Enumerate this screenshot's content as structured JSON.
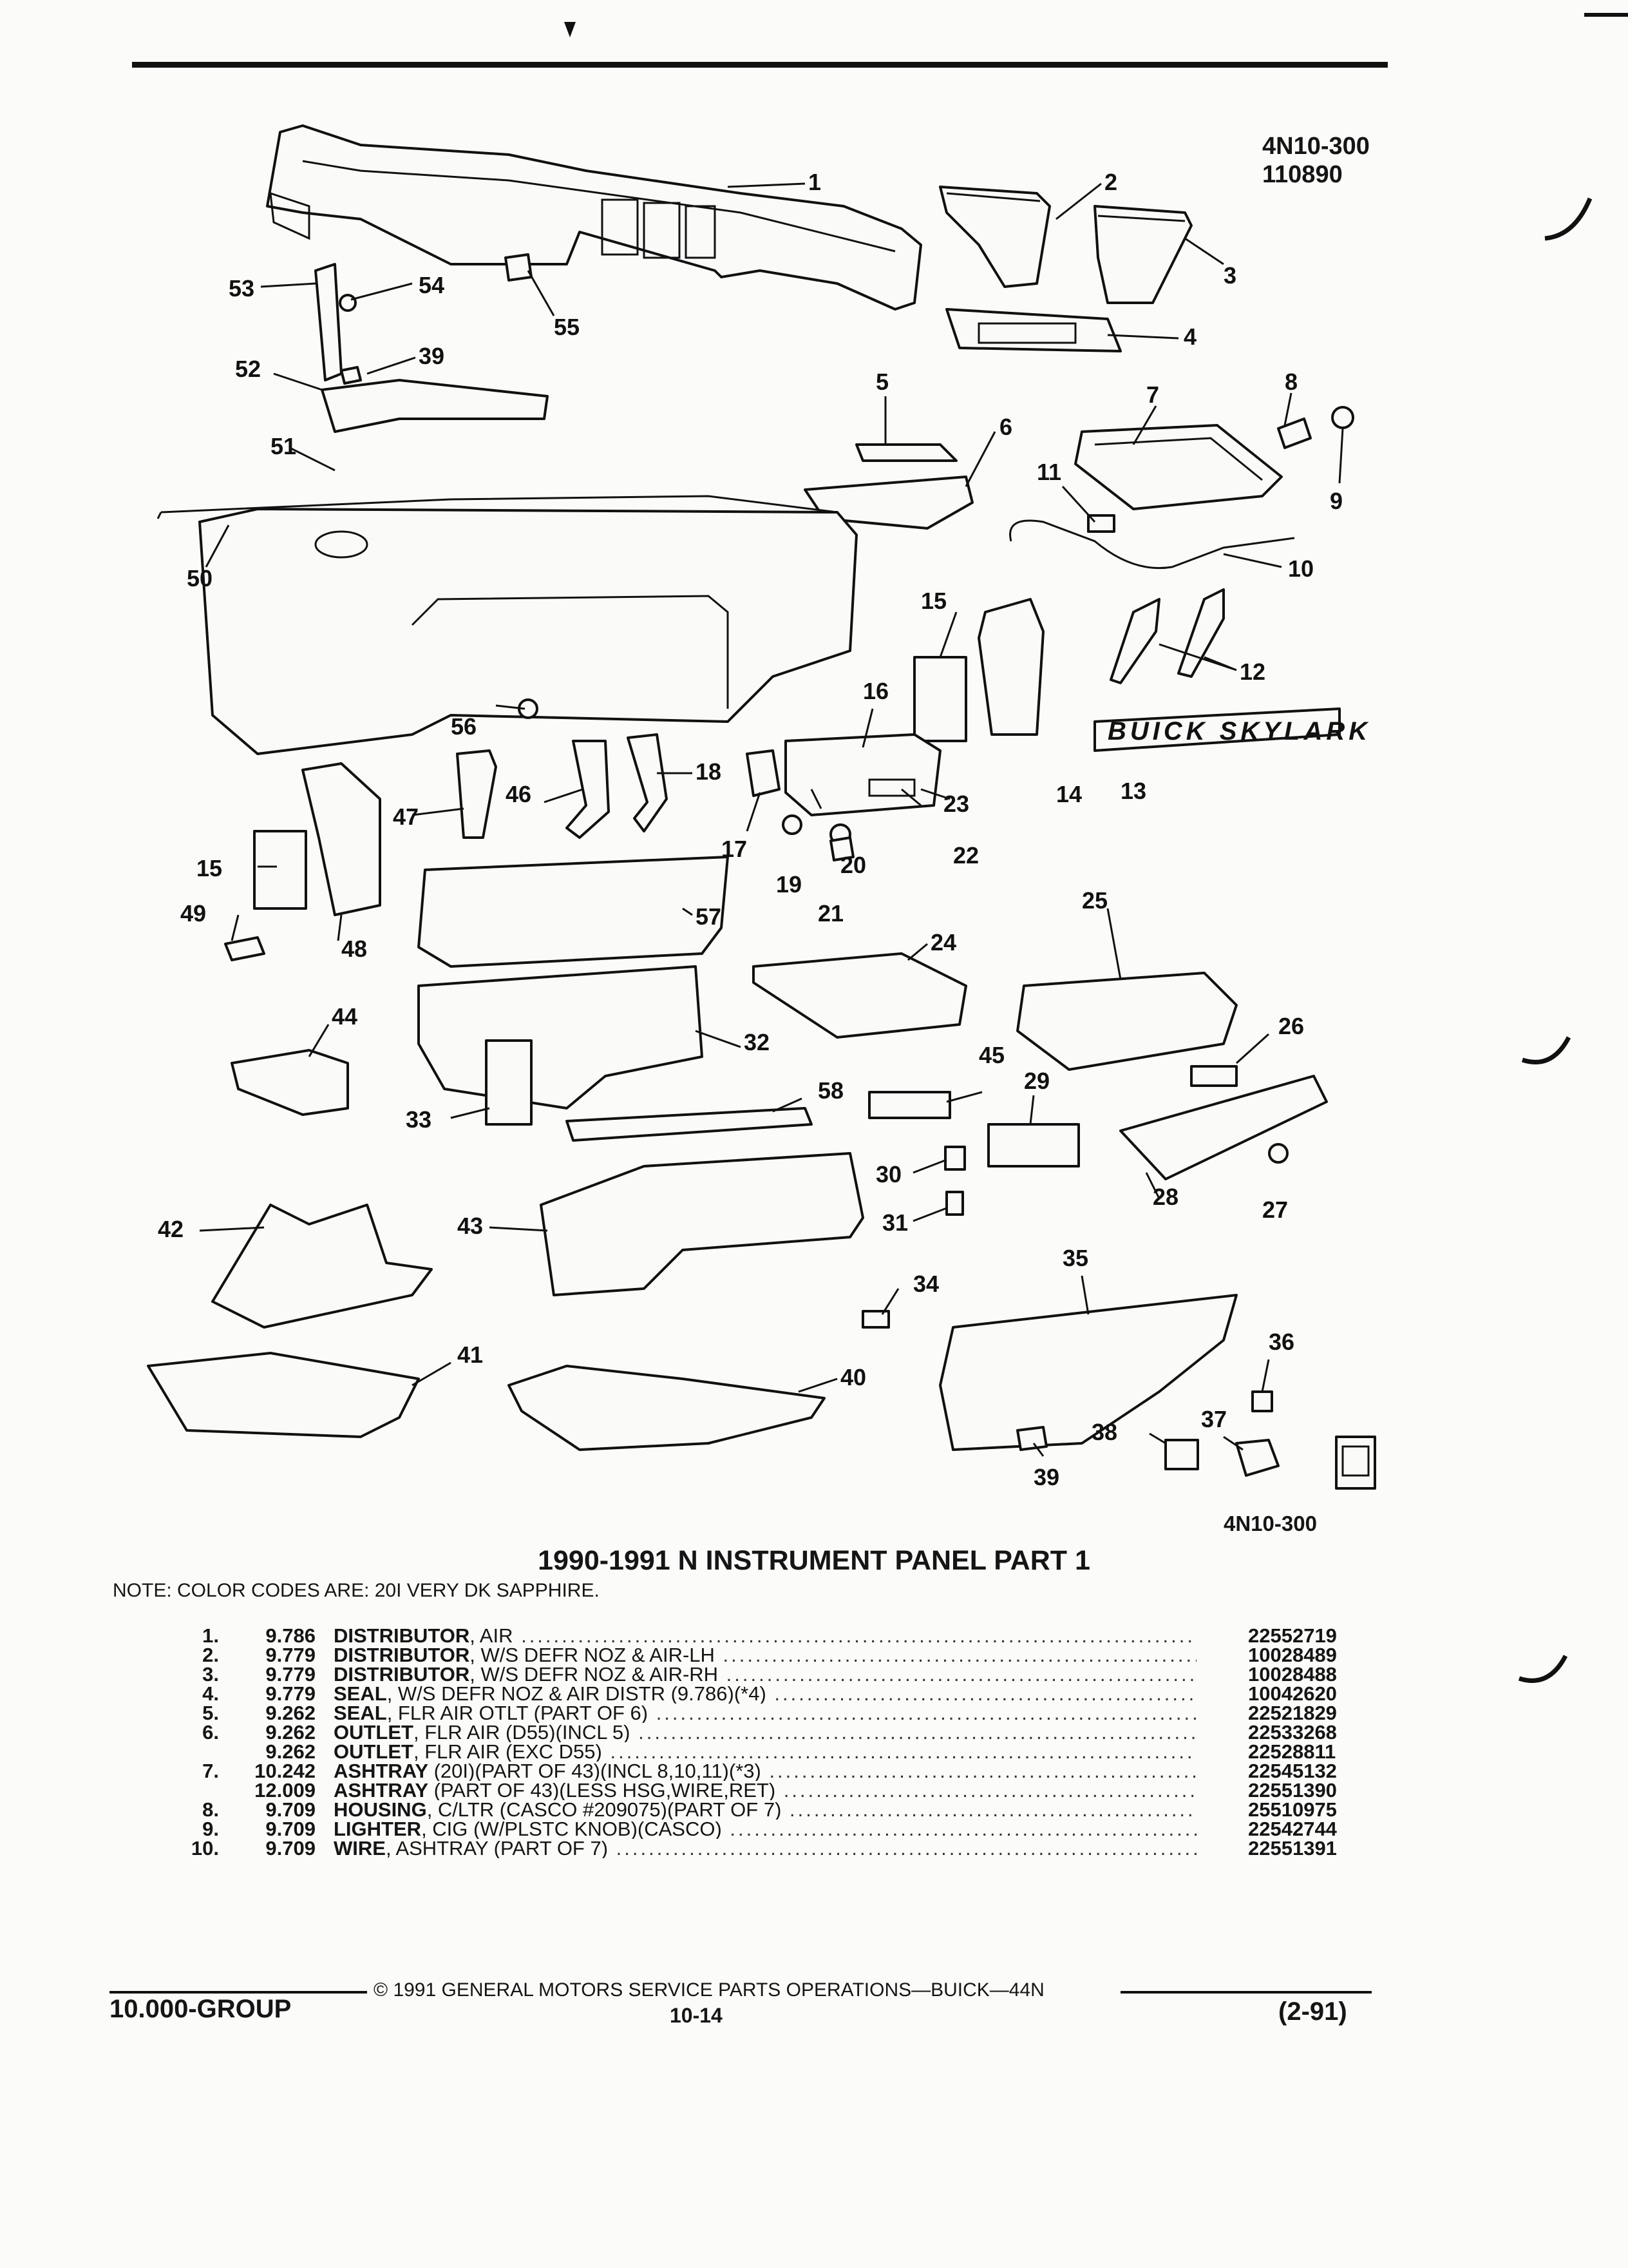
{
  "header": {
    "code_top_line1": "4N10-300",
    "code_top_line2": "110890",
    "code_bottom": "4N10-300"
  },
  "callouts": [
    "1",
    "2",
    "3",
    "4",
    "5",
    "6",
    "7",
    "8",
    "9",
    "10",
    "11",
    "12",
    "13",
    "14",
    "15",
    "15",
    "16",
    "17",
    "18",
    "19",
    "20",
    "21",
    "22",
    "23",
    "24",
    "25",
    "26",
    "27",
    "28",
    "29",
    "30",
    "31",
    "32",
    "33",
    "34",
    "35",
    "36",
    "37",
    "38",
    "39",
    "39",
    "40",
    "41",
    "42",
    "43",
    "44",
    "45",
    "46",
    "47",
    "48",
    "49",
    "50",
    "51",
    "52",
    "53",
    "54",
    "55",
    "56",
    "57",
    "58"
  ],
  "emblem_text": "BUICK SKYLARK",
  "title": "1990-1991 N INSTRUMENT PANEL PART 1",
  "note": "NOTE:  COLOR CODES ARE: 20I VERY DK SAPPHIRE.",
  "parts": [
    {
      "no": "1.",
      "ref": "9.786",
      "name": "DISTRIBUTOR",
      "desc": ", AIR",
      "part": "22552719"
    },
    {
      "no": "2.",
      "ref": "9.779",
      "name": "DISTRIBUTOR",
      "desc": ", W/S DEFR NOZ & AIR-LH",
      "part": "10028489"
    },
    {
      "no": "3.",
      "ref": "9.779",
      "name": "DISTRIBUTOR",
      "desc": ", W/S DEFR NOZ & AIR-RH",
      "part": "10028488"
    },
    {
      "no": "4.",
      "ref": "9.779",
      "name": "SEAL",
      "desc": ", W/S DEFR NOZ & AIR DISTR (9.786)(*4)",
      "part": "10042620"
    },
    {
      "no": "5.",
      "ref": "9.262",
      "name": "SEAL",
      "desc": ", FLR AIR OTLT (PART OF 6)",
      "part": "22521829"
    },
    {
      "no": "6.",
      "ref": "9.262",
      "name": "OUTLET",
      "desc": ", FLR AIR (D55)(INCL 5)",
      "part": "22533268"
    },
    {
      "no": "",
      "ref": "9.262",
      "name": "OUTLET",
      "desc": ", FLR AIR (EXC D55)",
      "part": "22528811"
    },
    {
      "no": "7.",
      "ref": "10.242",
      "name": "ASHTRAY",
      "desc": " (20I)(PART OF 43)(INCL 8,10,11)(*3)",
      "part": "22545132"
    },
    {
      "no": "",
      "ref": "12.009",
      "name": "ASHTRAY",
      "desc": " (PART OF 43)(LESS HSG,WIRE,RET)",
      "part": "22551390"
    },
    {
      "no": "8.",
      "ref": "9.709",
      "name": "HOUSING",
      "desc": ", C/LTR (CASCO #209075)(PART OF 7)",
      "part": "25510975"
    },
    {
      "no": "9.",
      "ref": "9.709",
      "name": "LIGHTER",
      "desc": ", CIG (W/PLSTC KNOB)(CASCO)",
      "part": "22542744"
    },
    {
      "no": "10.",
      "ref": "9.709",
      "name": "WIRE",
      "desc": ", ASHTRAY (PART OF 7)",
      "part": "22551391"
    }
  ],
  "footer": {
    "copyright": "©  1991  GENERAL MOTORS SERVICE PARTS OPERATIONS—BUICK—44N",
    "group": "10.000-GROUP",
    "page": "10-14",
    "date": "(2-91)"
  }
}
